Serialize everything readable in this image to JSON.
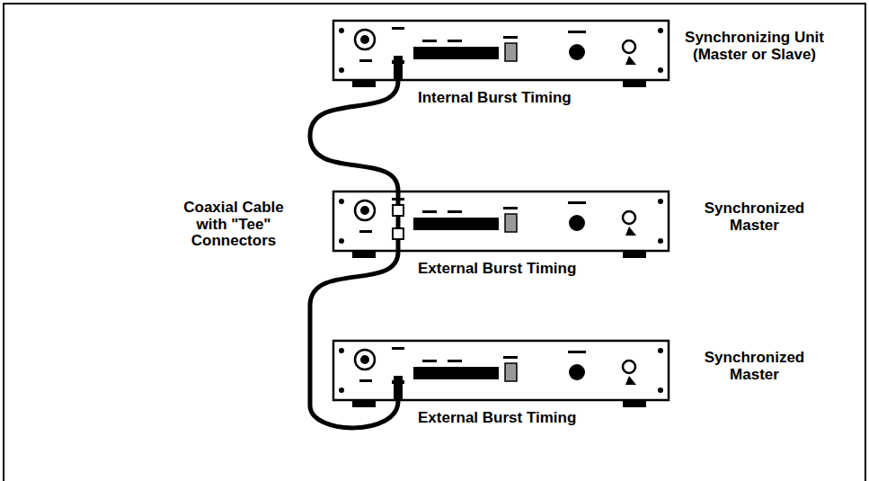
{
  "diagram": {
    "nodes": [
      {
        "text": [
          "Synchronizing Unit (Master or Slave)",
          "Internal Burst Timing"
        ]
      },
      {
        "text": [
          "Synchronized Master",
          "External Burst Timing"
        ]
      },
      {
        "text": [
          "Synchronized Master",
          "External Burst Timing"
        ]
      }
    ],
    "edges": [
      {
        "from": 0,
        "to": 1,
        "arrow": "none"
      },
      {
        "from": 1,
        "to": 2,
        "arrow": "none"
      }
    ],
    "labels": [
      "Coaxial Cable with \"Tee\" Connectors"
    ]
  }
}
